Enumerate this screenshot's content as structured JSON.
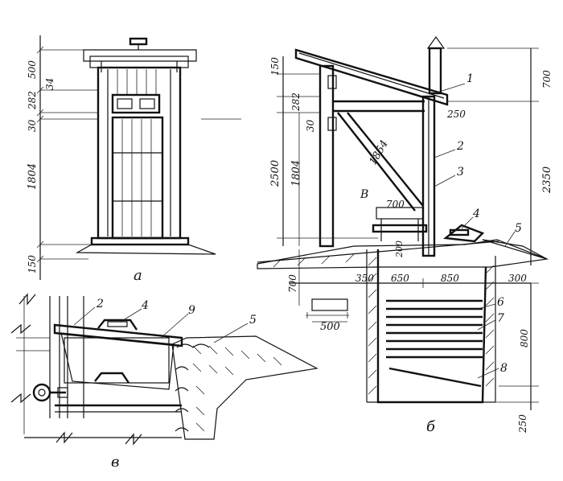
{
  "figure": {
    "view_labels": {
      "front": "а",
      "section": "б",
      "detail": "в"
    },
    "front_view": {
      "dims": [
        "500",
        "34",
        "282",
        "30",
        "1804",
        "150"
      ]
    },
    "section_view": {
      "dims_left": [
        "150",
        "282",
        "30",
        "2500",
        "1804"
      ],
      "dims_right": [
        "700",
        "2350",
        "800",
        "250"
      ],
      "dims_inner": [
        "1854",
        "700",
        "200",
        "250"
      ],
      "dims_bottom": [
        "700",
        "350",
        "650",
        "850",
        "300",
        "500"
      ],
      "callouts": [
        "1",
        "2",
        "3",
        "4",
        "5",
        "6",
        "7",
        "8"
      ],
      "section_mark": "В"
    },
    "detail_view": {
      "callouts": [
        "2",
        "4",
        "9",
        "5"
      ]
    }
  },
  "colors": {
    "ink": "#111111",
    "paper": "#ffffff",
    "fill": "#d8d8d8"
  }
}
